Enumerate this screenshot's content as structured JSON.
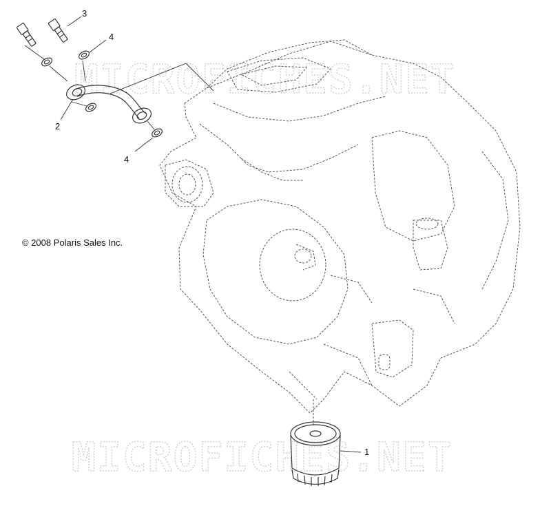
{
  "copyright": "© 2008 Polaris Sales Inc.",
  "watermarks": [
    "MICROFICHES.NET",
    "MICROFICHES.NET"
  ],
  "callouts": [
    {
      "label": "1",
      "part": "oil-filter"
    },
    {
      "label": "2",
      "part": "oil-line-fitting"
    },
    {
      "label": "3",
      "part": "banjo-bolt"
    },
    {
      "label": "4",
      "part": "sealing-washer"
    },
    {
      "label": "4",
      "part": "sealing-washer"
    }
  ]
}
